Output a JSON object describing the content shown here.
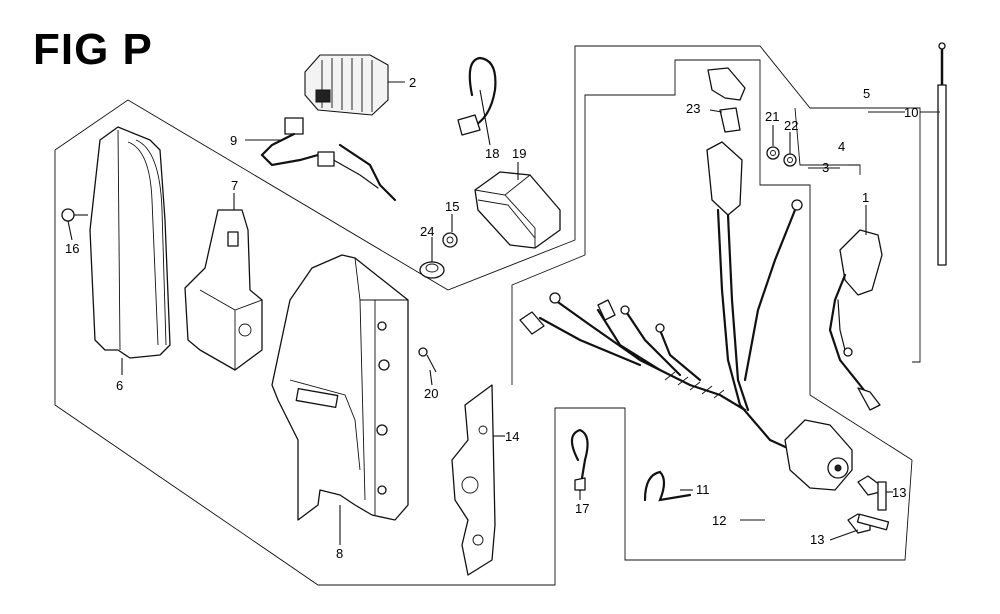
{
  "title": "FIG P",
  "callouts": [
    "1",
    "2",
    "3",
    "4",
    "5",
    "6",
    "7",
    "8",
    "9",
    "10",
    "11",
    "12",
    "13",
    "13",
    "14",
    "15",
    "16",
    "17",
    "18",
    "19",
    "20",
    "21",
    "22",
    "23",
    "24"
  ]
}
